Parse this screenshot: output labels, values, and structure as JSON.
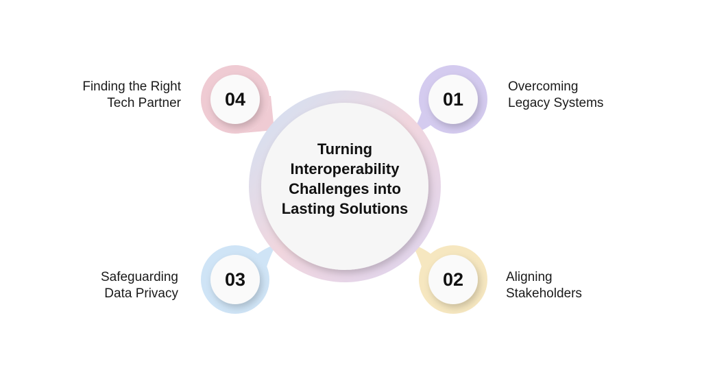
{
  "center_title": [
    "Turning",
    "Interoperability",
    "Challenges into",
    "Lasting Solutions"
  ],
  "items": [
    {
      "number": "01",
      "lines": [
        "Overcoming",
        "Legacy Systems"
      ],
      "color": "#d4cbef"
    },
    {
      "number": "02",
      "lines": [
        "Aligning",
        "Stakeholders"
      ],
      "color": "#f6e7c0"
    },
    {
      "number": "03",
      "lines": [
        "Safeguarding",
        "Data Privacy"
      ],
      "color": "#cfe4f6"
    },
    {
      "number": "04",
      "lines": [
        "Finding the Right",
        "Tech Partner"
      ],
      "color": "#efcbd3"
    }
  ]
}
